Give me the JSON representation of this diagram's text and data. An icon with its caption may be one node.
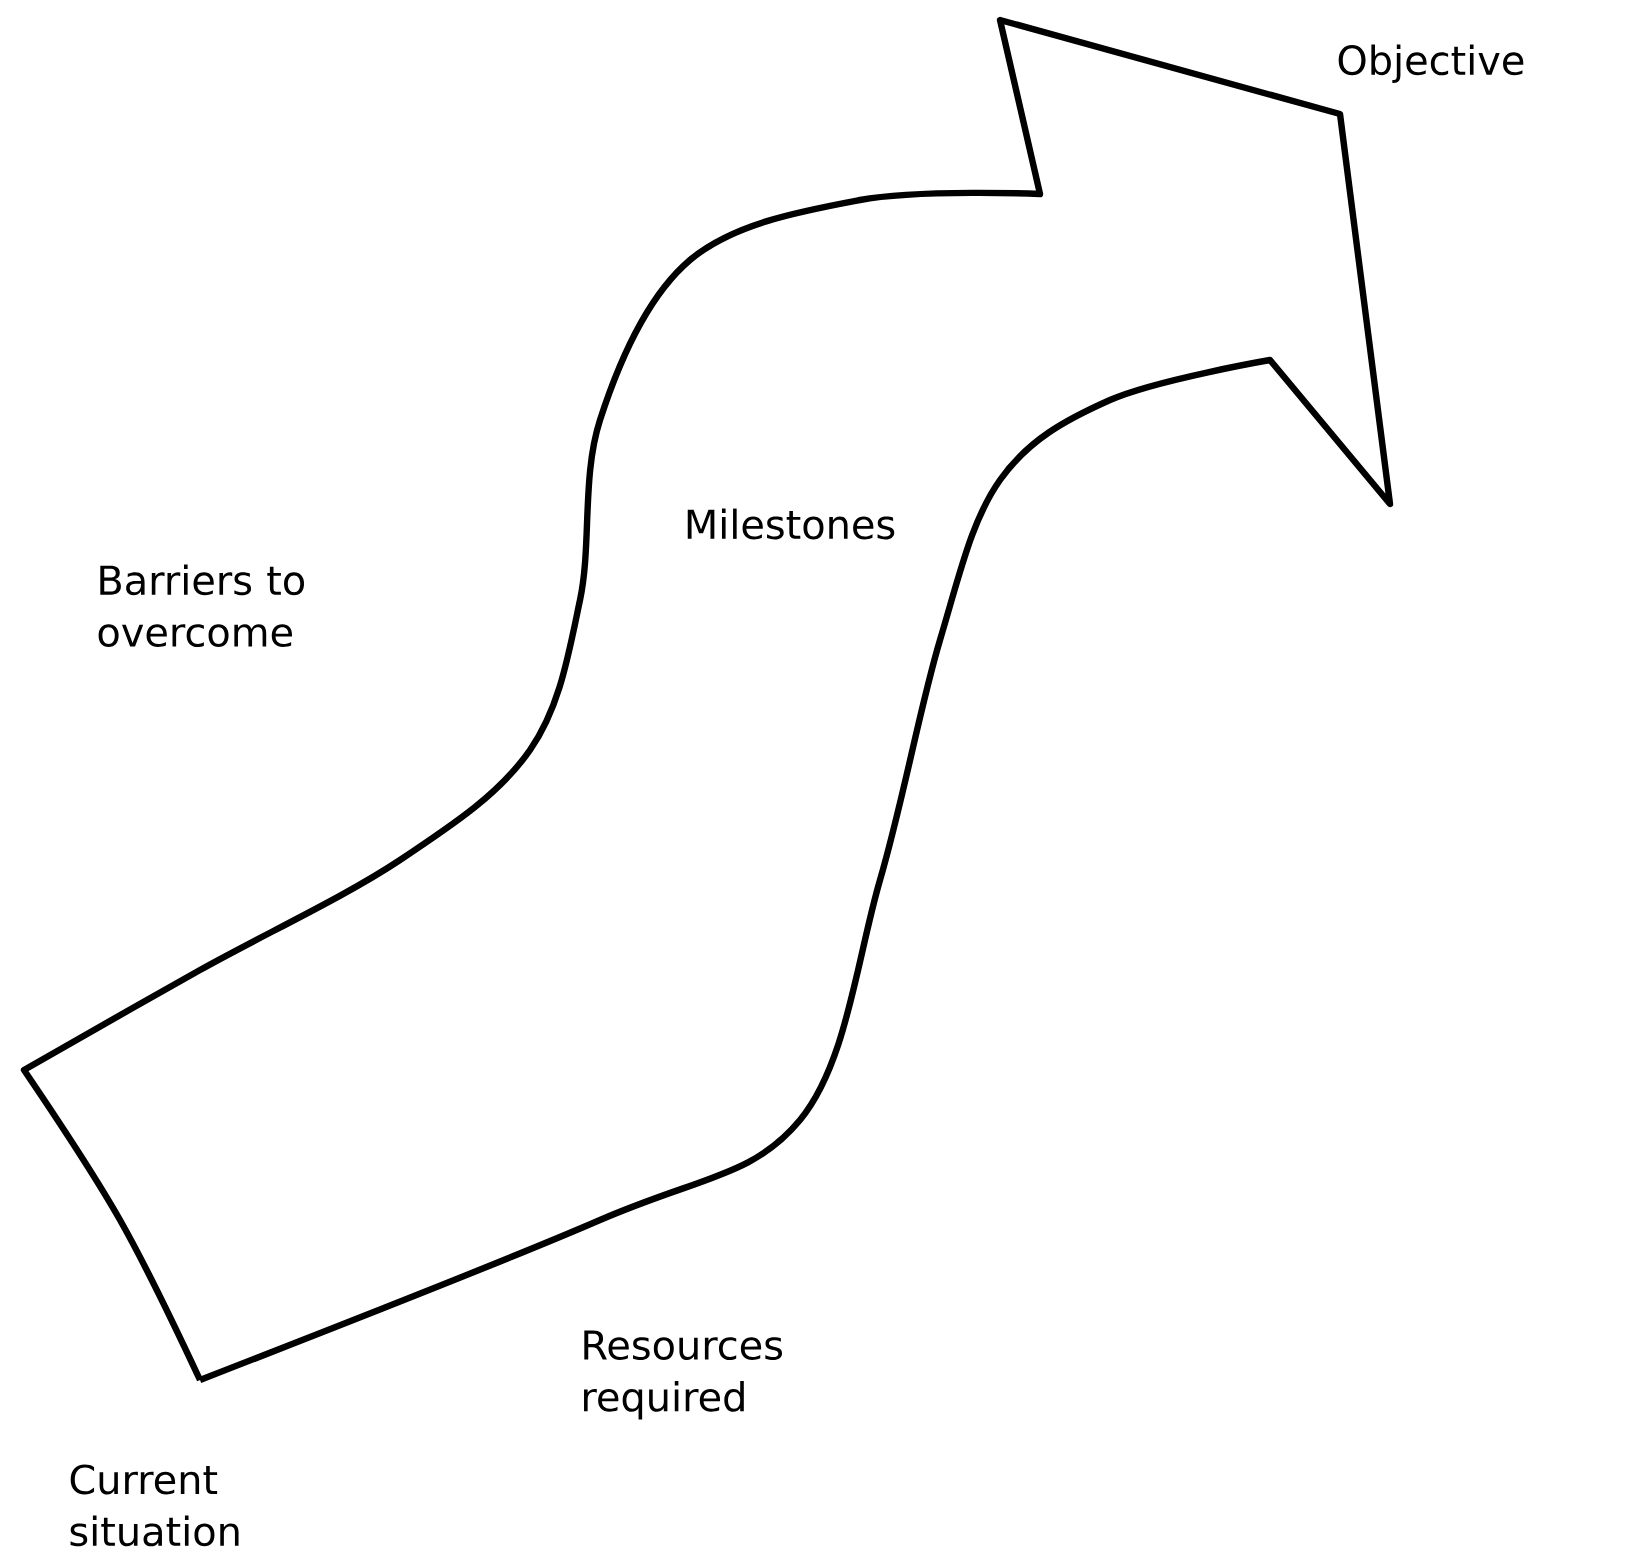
{
  "diagram": {
    "nodes": [
      {
        "text": [
          "Milestones"
        ]
      }
    ],
    "labels": [
      "Objective",
      "Barriers to overcome",
      "Resources required",
      "Current situation"
    ]
  }
}
